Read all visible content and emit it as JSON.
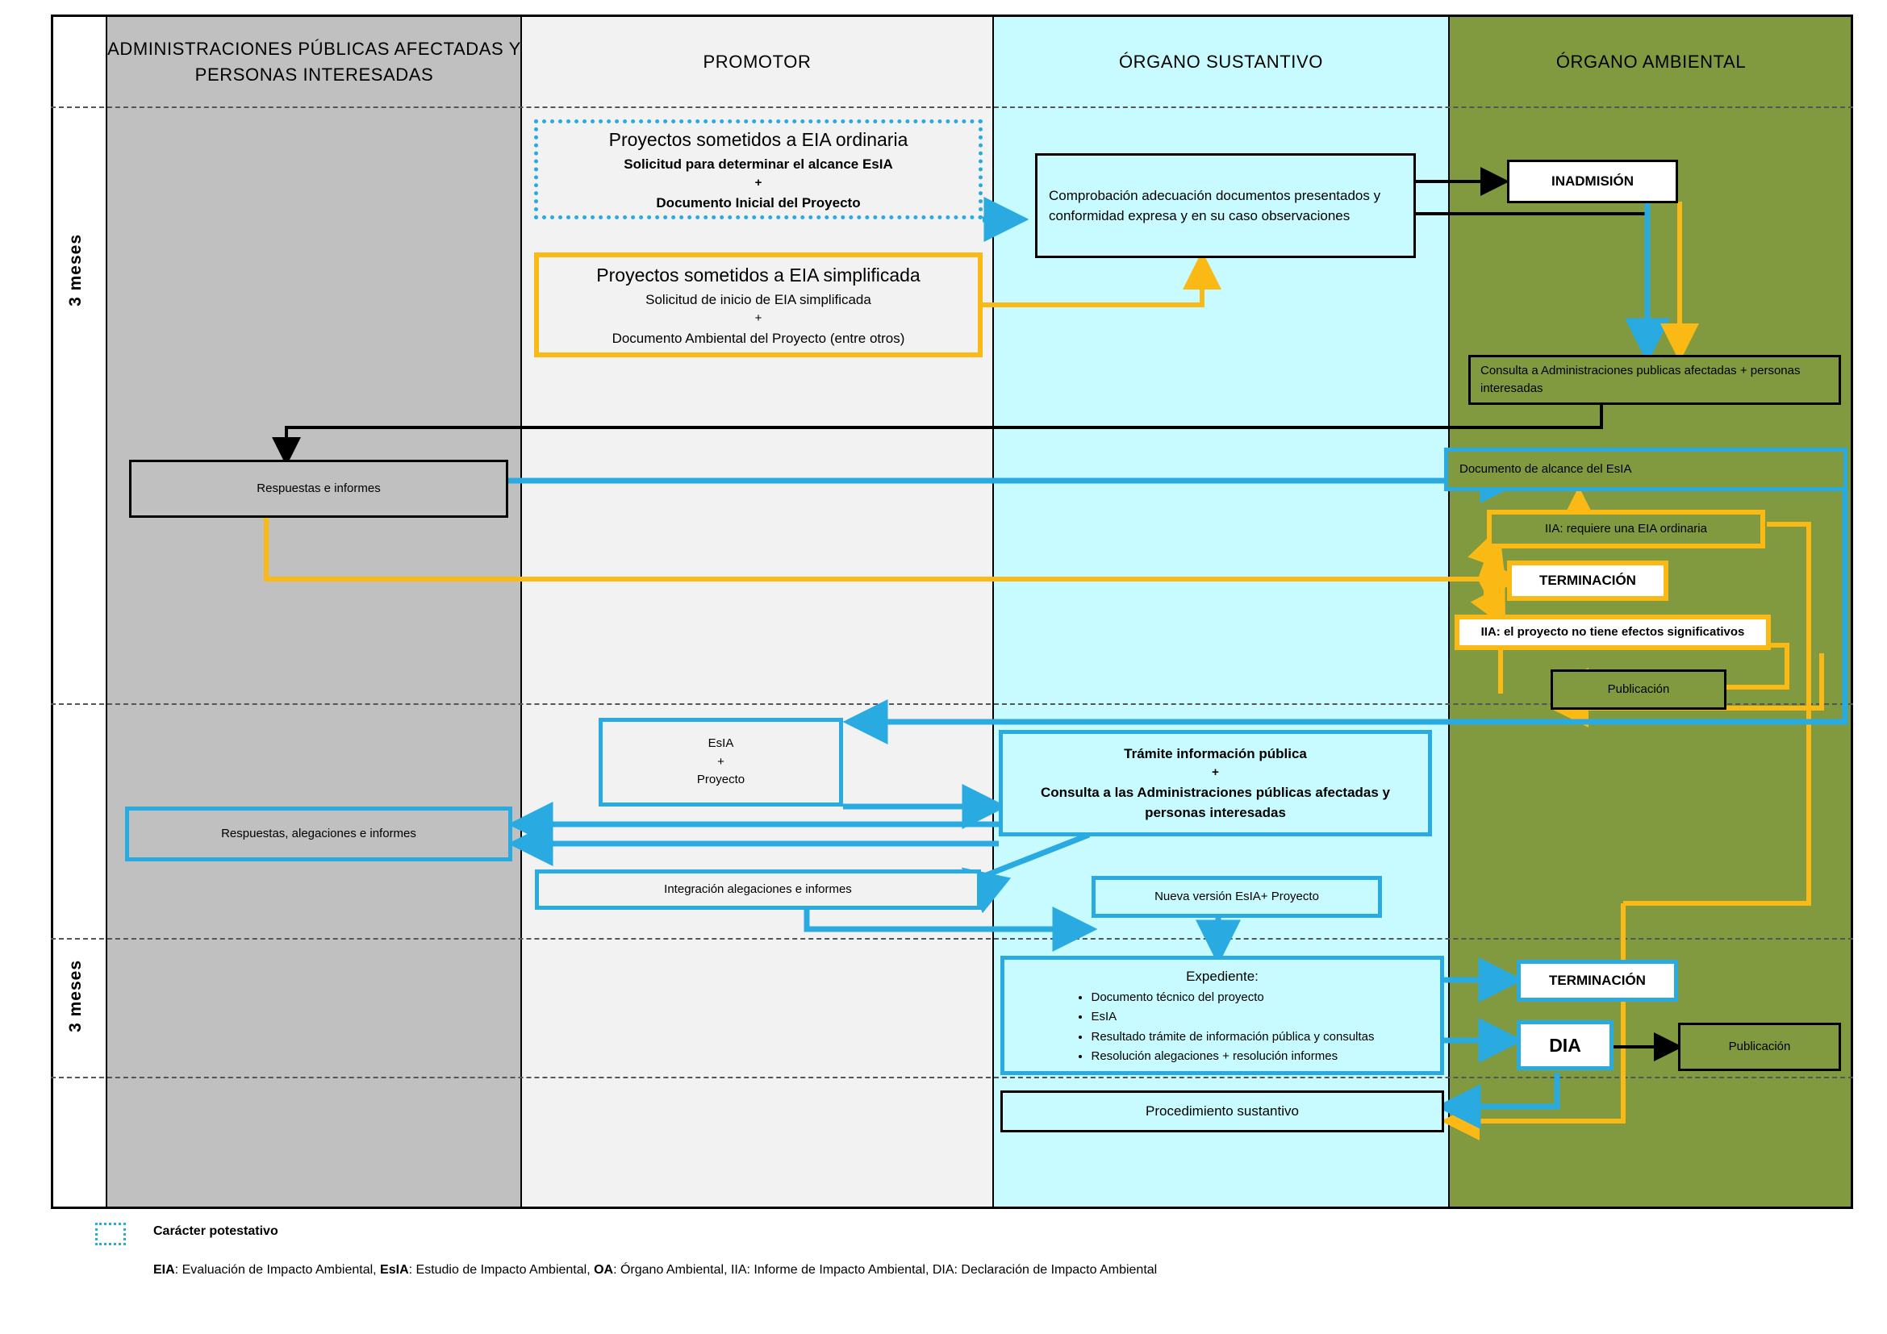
{
  "diagram": {
    "title": "Procedimiento de Evaluacion de Impacto Ambiental",
    "colors": {
      "lane_public_admin": "#c0c0c0",
      "lane_promotor": "#f2f2f2",
      "lane_substantive": "#c8fbff",
      "lane_environmental": "#819a40",
      "flow_blue": "#29ABE2",
      "flow_orange": "#FBB916",
      "flow_black": "#000000"
    }
  },
  "lanes": [
    {
      "id": "apa",
      "label": "ADMINISTRACIONES PÚBLICAS AFECTADAS Y PERSONAS INTERESADAS"
    },
    {
      "id": "promotor",
      "label": "PROMOTOR"
    },
    {
      "id": "organo_sustantivo",
      "label": "ÓRGANO SUSTANTIVO"
    },
    {
      "id": "organo_ambiental",
      "label": "ÓRGANO AMBIENTAL"
    }
  ],
  "phase_labels": [
    {
      "id": "phase1",
      "label": "3 meses"
    },
    {
      "id": "phase2",
      "label": "3 meses"
    }
  ],
  "nodes": {
    "eia_ordinaria": {
      "title": "Proyectos sometidos a EIA ordinaria",
      "line1": "Solicitud para determinar el alcance EsIA",
      "plus": "+",
      "line2": "Documento Inicial del Proyecto"
    },
    "eia_simplificada": {
      "title": "Proyectos sometidos a EIA simplificada",
      "line1": "Solicitud de inicio de EIA simplificada",
      "plus": "+",
      "line2": "Documento Ambiental del Proyecto (entre otros)"
    },
    "comprobacion": "Comprobación adecuación documentos presentados y conformidad expresa y en su caso observaciones",
    "inadmision": "INADMISIÓN",
    "consulta_admin": "Consulta a Administraciones publicas afectadas + personas interesadas",
    "respuestas_informes": "Respuestas e informes",
    "documento_alcance": "Documento de alcance del EsIA",
    "iia_ordinaria": "IIA: requiere una EIA ordinaria",
    "terminacion_1": "TERMINACIÓN",
    "iia_sin_efectos": "IIA: el proyecto no tiene efectos significativos",
    "publicacion_1": "Publicación",
    "esia_proyecto": {
      "line1": "EsIA",
      "plus": "+",
      "line2": "Proyecto"
    },
    "tramite_publica": {
      "line1": "Trámite información pública",
      "plus": "+",
      "line2": "Consulta a las Administraciones públicas afectadas y personas interesadas"
    },
    "respuestas_alegaciones": "Respuestas, alegaciones e informes",
    "integracion": "Integración alegaciones e informes",
    "nueva_version": "Nueva versión EsIA+ Proyecto",
    "expediente": {
      "title": "Expediente:",
      "items": [
        "Documento técnico del proyecto",
        "EsIA",
        "Resultado trámite de información pública y consultas",
        "Resolución alegaciones + resolución informes"
      ]
    },
    "terminacion_2": "TERMINACIÓN",
    "dia": "DIA",
    "publicacion_2": "Publicación",
    "procedimiento_sustantivo": "Procedimiento sustantivo"
  },
  "legend": {
    "potestativo": "Carácter potestativo",
    "abbreviations_parts": [
      {
        "bold": "EIA",
        "rest": ": Evaluación de Impacto Ambiental, "
      },
      {
        "bold": "EsIA",
        "rest": ": Estudio de Impacto Ambiental, "
      },
      {
        "bold": "OA",
        "rest": ": Órgano Ambiental, IIA: Informe de Impacto Ambiental, DIA: Declaración de Impacto Ambiental"
      }
    ],
    "abbreviations_full": "EIA: Evaluación de Impacto Ambiental, EsIA: Estudio de Impacto Ambiental, OA: Órgano Ambiental, IIA: Informe de Impacto Ambiental, DIA: Declaración de Impacto Ambiental"
  }
}
